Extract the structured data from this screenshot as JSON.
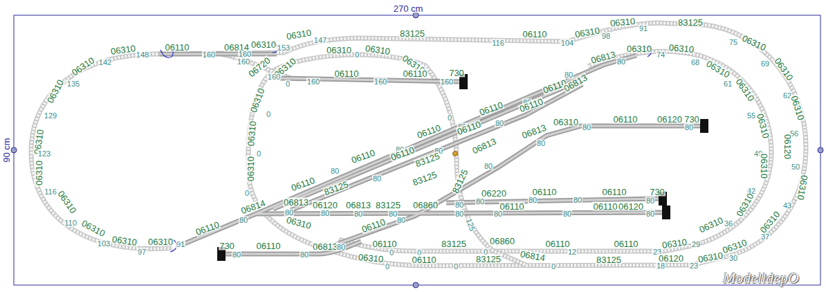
{
  "diagram": {
    "labels": [
      "270 cm",
      "90 cm",
      "ModelldepO",
      "06310",
      "142",
      "148",
      "06310",
      "135",
      "06310",
      "129",
      "06310",
      "123",
      "06310",
      "116",
      "06310",
      "110",
      "06310",
      "103",
      "06310",
      "97",
      "06310",
      "91",
      "06110",
      "160",
      "06814",
      "06310",
      "153",
      "160",
      "160",
      "06720",
      "06310",
      "147",
      "83125",
      "116",
      "06110",
      "104",
      "06310",
      "98",
      "06310",
      "91",
      "83125",
      "75",
      "06310",
      "69",
      "06310",
      "62",
      "06310",
      "56",
      "06120",
      "50",
      "06310",
      "43",
      "06310",
      "37",
      "06310",
      "30",
      "06310",
      "0",
      "06310",
      "06310",
      "06310",
      "160",
      "0",
      "06110",
      "160",
      "06110",
      "160",
      "160",
      "730",
      "0",
      "06310",
      "0",
      "06310",
      "0",
      "06310",
      "0",
      "06813",
      "80",
      "06310",
      "74",
      "06310",
      "68",
      "06310",
      "61",
      "06310",
      "55",
      "06310",
      "49",
      "06310",
      "42",
      "06310",
      "36",
      "06310",
      "29",
      "06310",
      "23",
      "06120",
      "23",
      "06310",
      "18",
      "06110",
      "80",
      "06110",
      "80",
      "06110",
      "80",
      "06110",
      "80",
      "06110",
      "06814",
      "80",
      "06110",
      "06110",
      "80",
      "06110",
      "80",
      "06110",
      "80",
      "83125",
      "83125",
      "83125",
      "06813",
      "80",
      "06813",
      "80",
      "06310",
      "80",
      "06110",
      "06120",
      "730",
      "80",
      "06813",
      "80",
      "125",
      "83125",
      "06813",
      "80",
      "06120",
      "80",
      "06813",
      "80",
      "83125",
      "80",
      "06860",
      "80",
      "80",
      "06220",
      "80",
      "06110",
      "80",
      "06110",
      "80",
      "06110",
      "80",
      "06110",
      "80",
      "730",
      "80",
      "06120",
      "80",
      "730",
      "80",
      "06110",
      "80",
      "06813",
      "80",
      "06310",
      "06310",
      "06110",
      "0",
      "0",
      "06110",
      "83125",
      "0",
      "0",
      "83125",
      "06860",
      "06814",
      "06110",
      "12",
      "06110",
      "0",
      "83125",
      "0",
      "06110",
      "80"
    ]
  }
}
